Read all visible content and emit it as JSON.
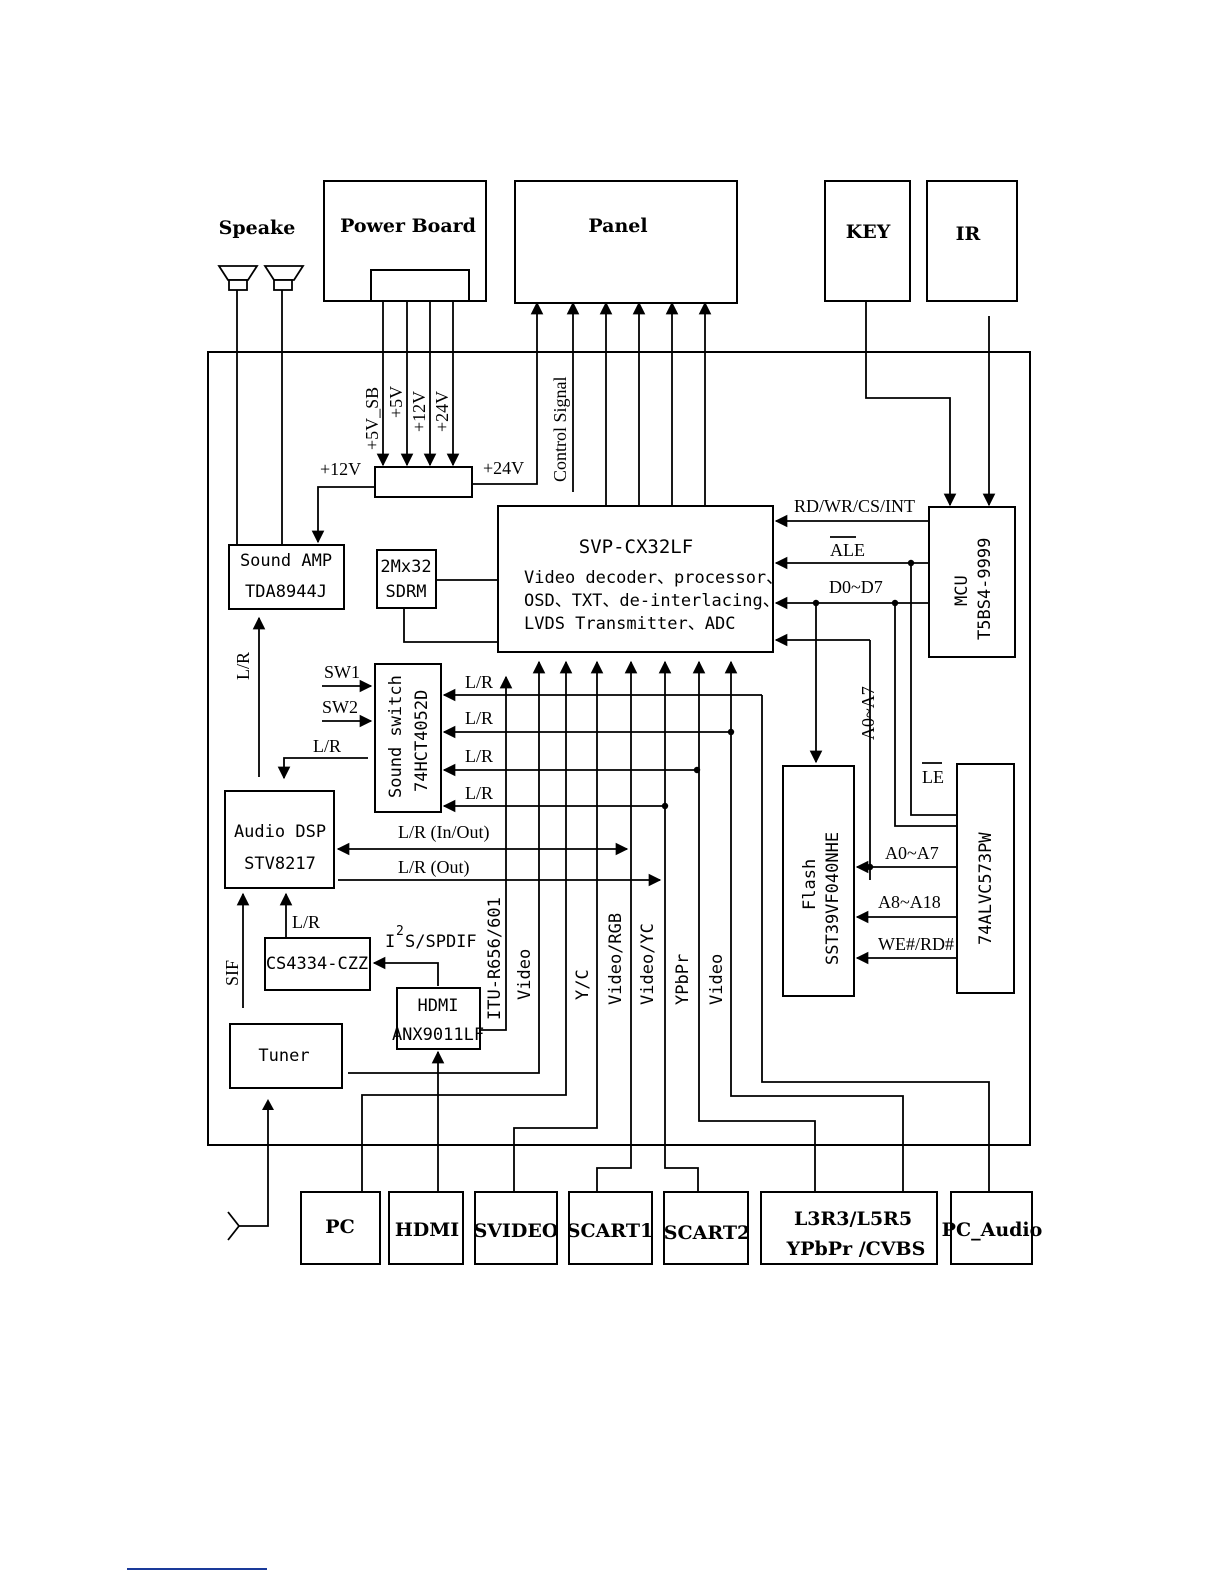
{
  "blocks": {
    "speaker": "Speake",
    "power_board": "Power Board",
    "panel": "Panel",
    "key": "KEY",
    "ir": "IR",
    "sound_amp": [
      "Sound AMP",
      "TDA8944J"
    ],
    "sdram": [
      "2Mx32",
      "SDRM"
    ],
    "svp": [
      "SVP-CX32LF",
      "Video decoder、processor、",
      "OSD、TXT、de-interlacing、",
      "LVDS Transmitter、ADC"
    ],
    "mcu": [
      "MCU",
      "T5BS4-9999"
    ],
    "sound_switch": [
      "Sound switch",
      "74HCT4052D"
    ],
    "audio_dsp": [
      "Audio DSP",
      "STV8217"
    ],
    "cs4334": "CS4334-CZZ",
    "hdmi_rx": [
      "HDMI",
      "ANX9011LF"
    ],
    "tuner": "Tuner",
    "flash": [
      "Flash",
      "SST39VF040NHE"
    ],
    "latch": "74ALVC573PW"
  },
  "inputs": {
    "pc": "PC",
    "hdmi": "HDMI",
    "svideo": "SVIDEO",
    "scart1": "SCART1",
    "scart2": "SCART2",
    "l3r3": [
      "L3R3/L5R5",
      "YPbPr /CVBS"
    ],
    "pc_audio": "PC_Audio"
  },
  "signals": {
    "v5sb": "+5V_SB",
    "v5": "+5V",
    "v12a": "+12V",
    "v24a": "+24V",
    "v12b": "+12V",
    "v24b": "+24V",
    "control": "Control Signal",
    "rdwr": "RD/WR/CS/INT",
    "ale": "ALE",
    "d0d7": "D0~D7",
    "a0a7_v": "A0~A7",
    "le": "LE",
    "a0a7": "A0~A7",
    "a8a18": "A8~A18",
    "we_rd": "WE#/RD#",
    "sw1": "SW1",
    "sw2": "SW2",
    "lr1": "L/R",
    "lr2": "L/R",
    "lr3": "L/R",
    "lr4": "L/R",
    "lr_sw": "L/R",
    "lr_amp": "L/R",
    "lr_inout": "L/R (In/Out)",
    "lr_out": "L/R  (Out)",
    "lr_cs": "L/R",
    "i2s_pre": "I",
    "i2s_sup": "2",
    "i2s_post": "S/SPDIF",
    "sif": "SIF",
    "itu": "ITU-R656/601",
    "video1": "Video",
    "yc": "Y/C",
    "vrgb": "Video/RGB",
    "vyc": "Video/YC",
    "ypbpr": "YPbPr",
    "video2": "Video"
  }
}
